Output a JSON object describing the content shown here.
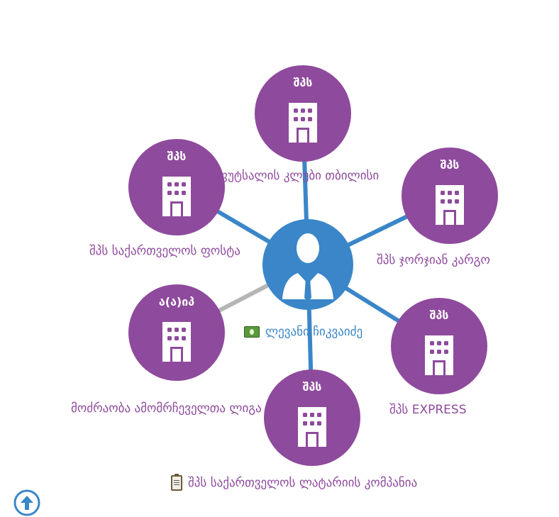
{
  "center": {
    "label": "ლევანი ჩიკვაიძე",
    "label_icon": "money-icon",
    "color": "#3a86c8"
  },
  "colors": {
    "org_node": "#8e4a9c",
    "edge_active": "#3a86c8",
    "edge_inactive": "#b5b5b5"
  },
  "nodes": [
    {
      "badge": "შპს",
      "label": "ფუტსალის კლუბი თბილისი",
      "edge": "active"
    },
    {
      "badge": "შპს",
      "label": "შპს ჯორჯიან კარგო",
      "edge": "active"
    },
    {
      "badge": "შპს",
      "label": "შპს EXPRESS",
      "edge": "active"
    },
    {
      "badge": "შპს",
      "label": "შპს საქართველოს ლატარიის კომპანია",
      "edge": "active",
      "label_icon": "clipboard-icon"
    },
    {
      "badge": "ა(ა)იპ",
      "label": "მოძრაობა ამომრჩეველთა ლიგა",
      "edge": "inactive"
    },
    {
      "badge": "შპს",
      "label": "შპს საქართველოს ფოსტა",
      "edge": "active"
    }
  ],
  "scroll_top": {
    "icon": "arrow-up-circle-icon",
    "color": "#3a86c8"
  }
}
